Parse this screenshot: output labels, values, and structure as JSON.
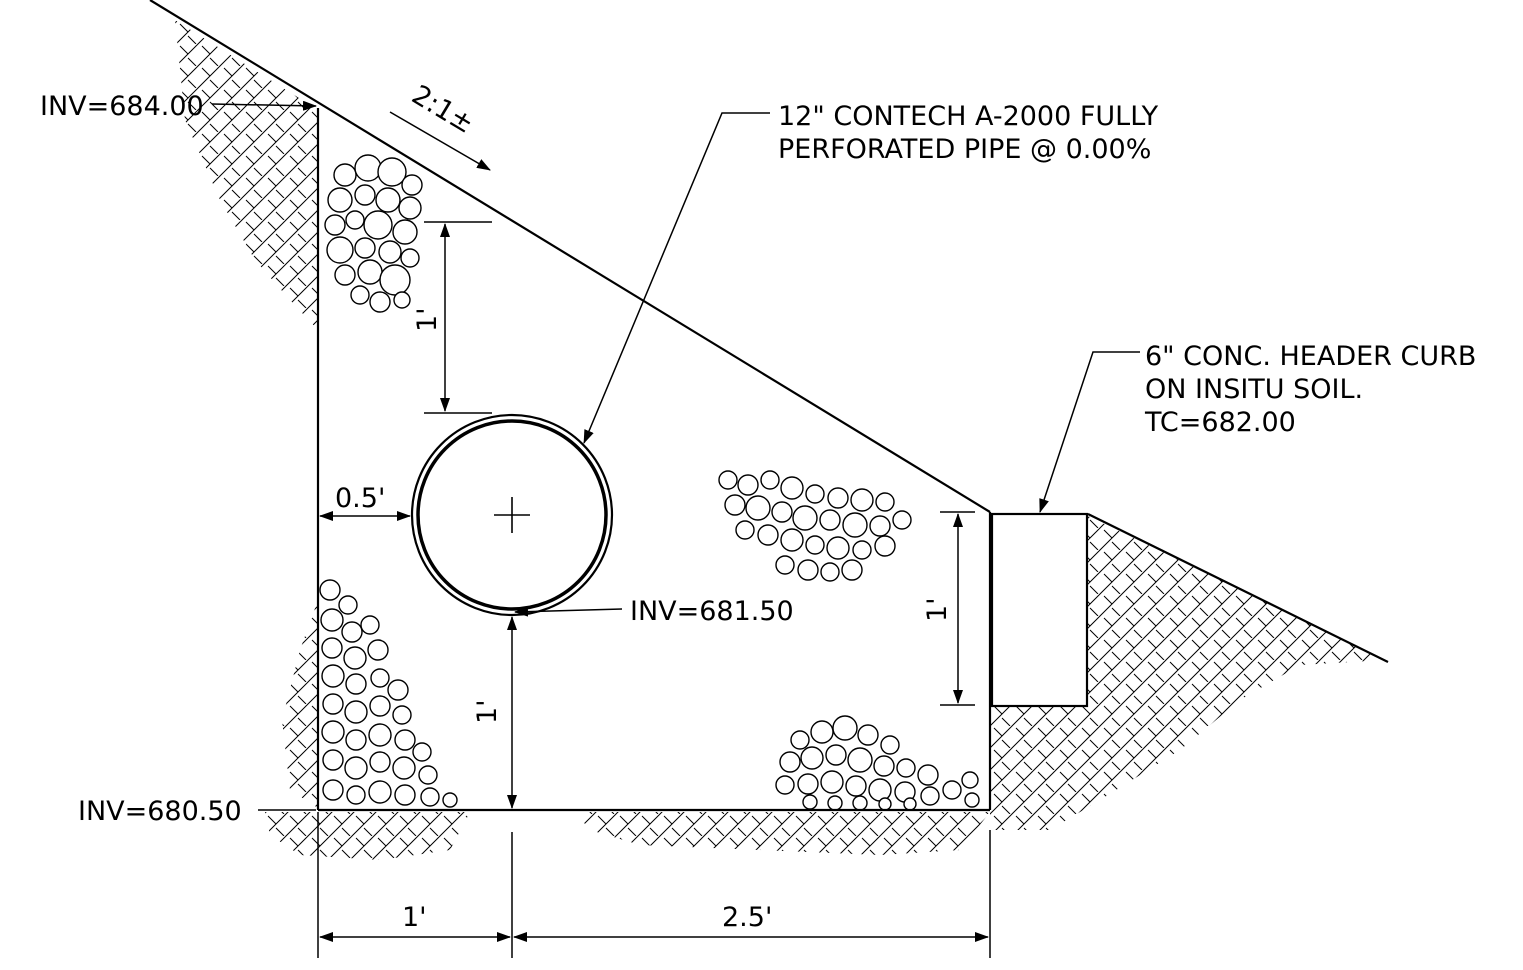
{
  "labels": {
    "inv_top": "INV=684.00",
    "inv_pipe": "INV=681.50",
    "inv_bottom": "INV=680.50",
    "slope": "2:1±",
    "pipe_note_line1": "12\" CONTECH A-2000 FULLY",
    "pipe_note_line2": "PERFORATED PIPE @ 0.00%",
    "curb_note_line1": "6\" CONC. HEADER CURB",
    "curb_note_line2": "ON INSITU SOIL.",
    "curb_note_line3": "TC=682.00"
  },
  "dimensions": {
    "pipe_cover": "1'",
    "pipe_offset": "0.5'",
    "pipe_bedding": "1'",
    "curb_height": "1'",
    "left_width": "1'",
    "right_width": "2.5'"
  },
  "colors": {
    "line": "#000000",
    "background": "#ffffff"
  }
}
